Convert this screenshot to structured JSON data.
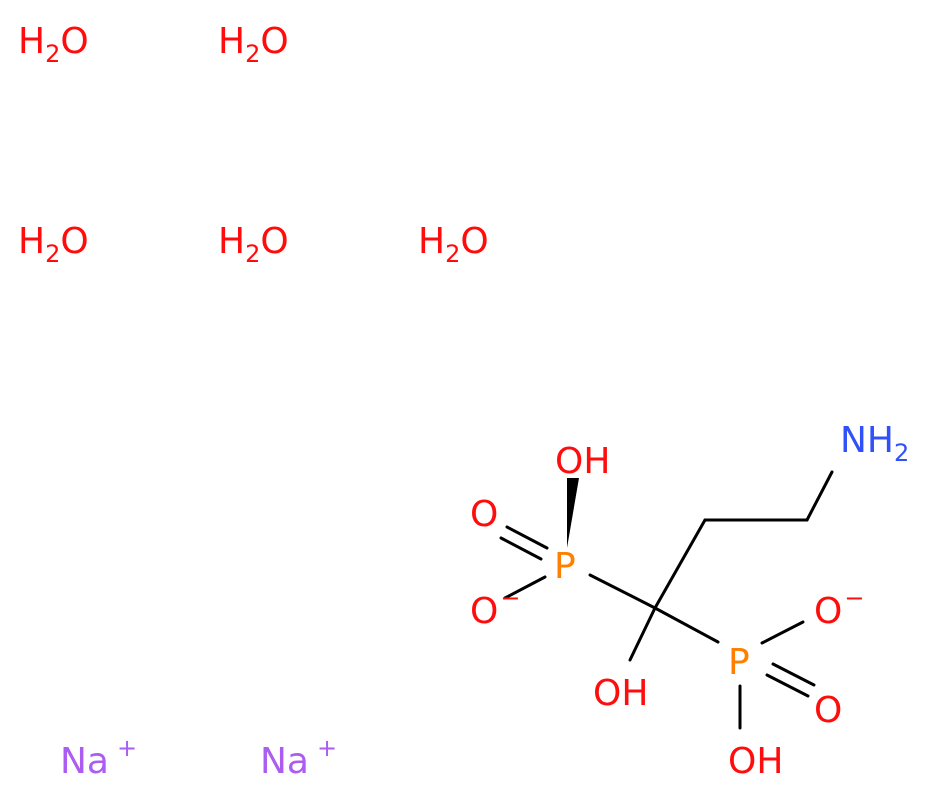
{
  "colors": {
    "oxygen": "#ff0d0d",
    "phosphorus": "#ff8000",
    "nitrogen": "#3050f8",
    "sodium": "#ab5cf2",
    "bond": "#000000"
  },
  "waters": [
    {
      "element": "H",
      "count": "2",
      "partner": "O"
    },
    {
      "element": "H",
      "count": "2",
      "partner": "O"
    },
    {
      "element": "H",
      "count": "2",
      "partner": "O"
    },
    {
      "element": "H",
      "count": "2",
      "partner": "O"
    },
    {
      "element": "H",
      "count": "2",
      "partner": "O"
    }
  ],
  "sodium_ions": [
    {
      "symbol": "Na",
      "charge": "+"
    },
    {
      "symbol": "Na",
      "charge": "+"
    }
  ],
  "molecule": {
    "amine": {
      "symbol": "NH",
      "count": "2"
    },
    "phosphonate_left": {
      "phosphorus": "P",
      "hydroxyl": "OH",
      "double_bond_oxygen": "O",
      "anionic_oxygen": "O",
      "charge": "−"
    },
    "phosphonate_right": {
      "phosphorus": "P",
      "hydroxyl": "OH",
      "double_bond_oxygen": "O",
      "anionic_oxygen": "O",
      "charge": "−"
    },
    "carbon_hydroxyl": "OH"
  }
}
